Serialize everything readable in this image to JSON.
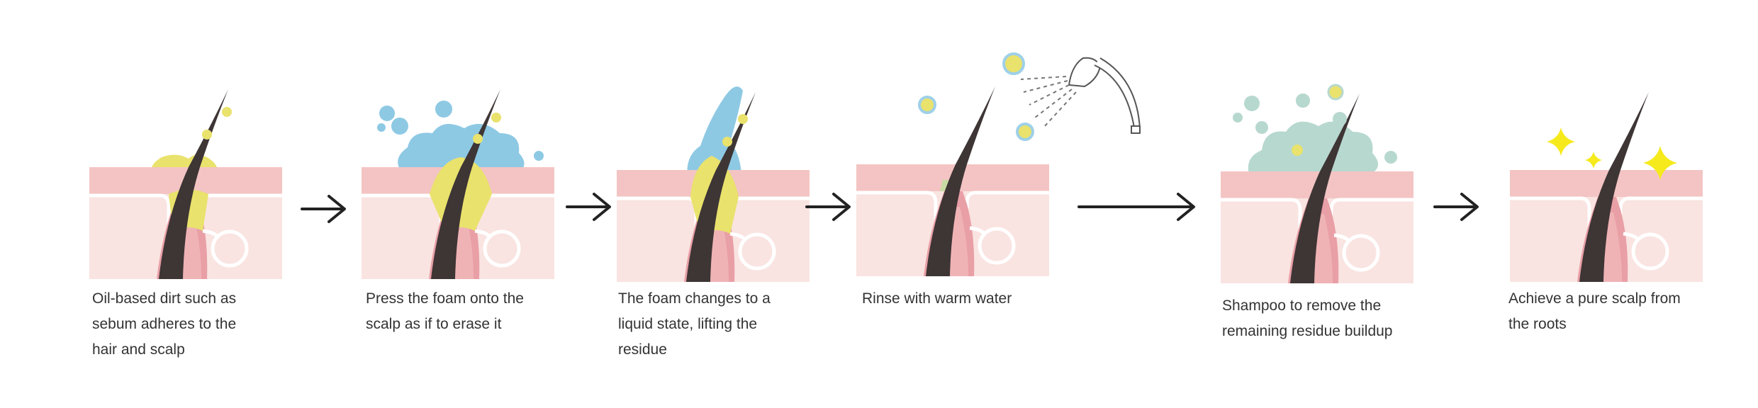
{
  "steps": [
    {
      "lines": [
        "Oil-based dirt such as",
        "sebum adheres to the",
        "hair and scalp"
      ]
    },
    {
      "lines": [
        "Press the foam onto the",
        "scalp as if to erase it"
      ]
    },
    {
      "lines": [
        "The foam changes to a",
        "liquid state, lifting the",
        "residue"
      ]
    },
    {
      "lines": [
        "Rinse with warm water"
      ]
    },
    {
      "lines": [
        "Shampoo to remove the",
        "remaining residue buildup"
      ]
    },
    {
      "lines": [
        "Achieve a pure scalp from",
        "the roots"
      ]
    }
  ],
  "colors": {
    "skin_top": "#f3c4c3",
    "skin_body": "#f9e4e1",
    "follicle": "#e99fa6",
    "hair": "#3e3535",
    "sebum": "#e9e26c",
    "foam_blue": "#8ec9e4",
    "foam_green": "#b7d8cf",
    "sparkle": "#f6ea1c",
    "arrow": "#222222"
  },
  "icons": [
    "shower-head-icon",
    "sparkle-icon",
    "arrow-right-icon",
    "bubble-icon"
  ]
}
